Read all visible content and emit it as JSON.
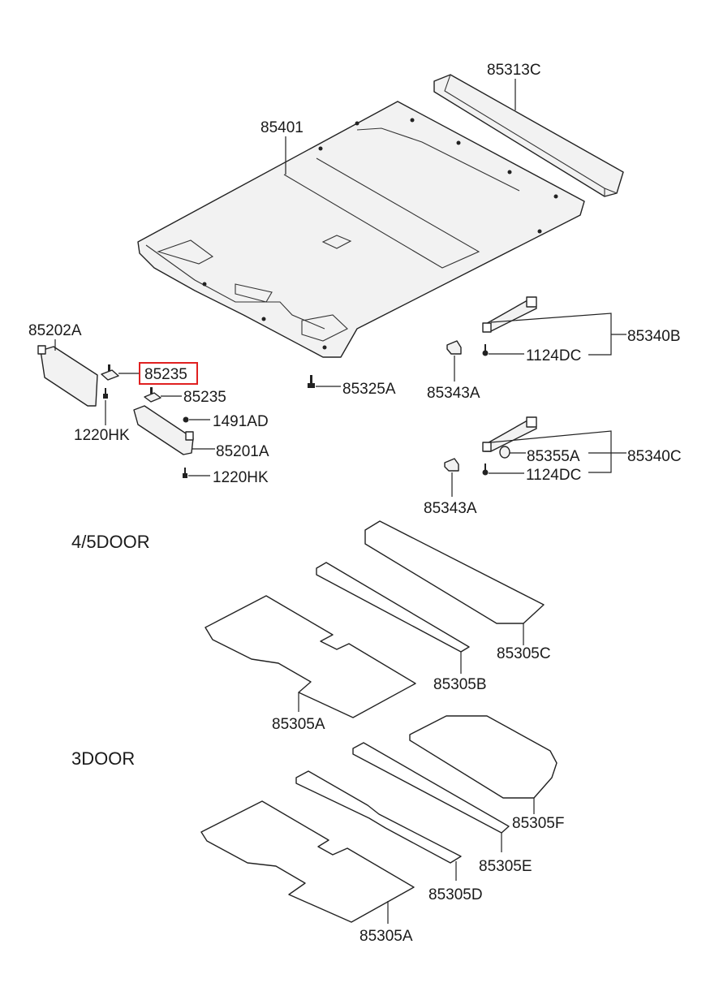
{
  "diagram": {
    "labels": {
      "roof_rail": "85313C",
      "headliner": "85401",
      "sunvisor_lh": "85202A",
      "retainer_highlighted": "85235",
      "retainer": "85235",
      "screw_visor_lh": "1220HK",
      "clip": "1491AD",
      "sunvisor_rh": "85201A",
      "screw_visor_rh": "1220HK",
      "headliner_clip": "85325A",
      "handle_assy_1": "85340B",
      "handle_screw_1": "1124DC",
      "handle_cap_1": "85343A",
      "handle_assy_2": "85340C",
      "handle_hook": "85355A",
      "handle_screw_2": "1124DC",
      "handle_cap_2": "85343A",
      "pad_c": "85305C",
      "pad_b": "85305B",
      "pad_a_45door": "85305A",
      "pad_f": "85305F",
      "pad_e": "85305E",
      "pad_d": "85305D",
      "pad_a_3door": "85305A"
    },
    "sections": {
      "four_five_door": "4/5DOOR",
      "three_door": "3DOOR"
    },
    "highlight_color": "#e02020"
  }
}
